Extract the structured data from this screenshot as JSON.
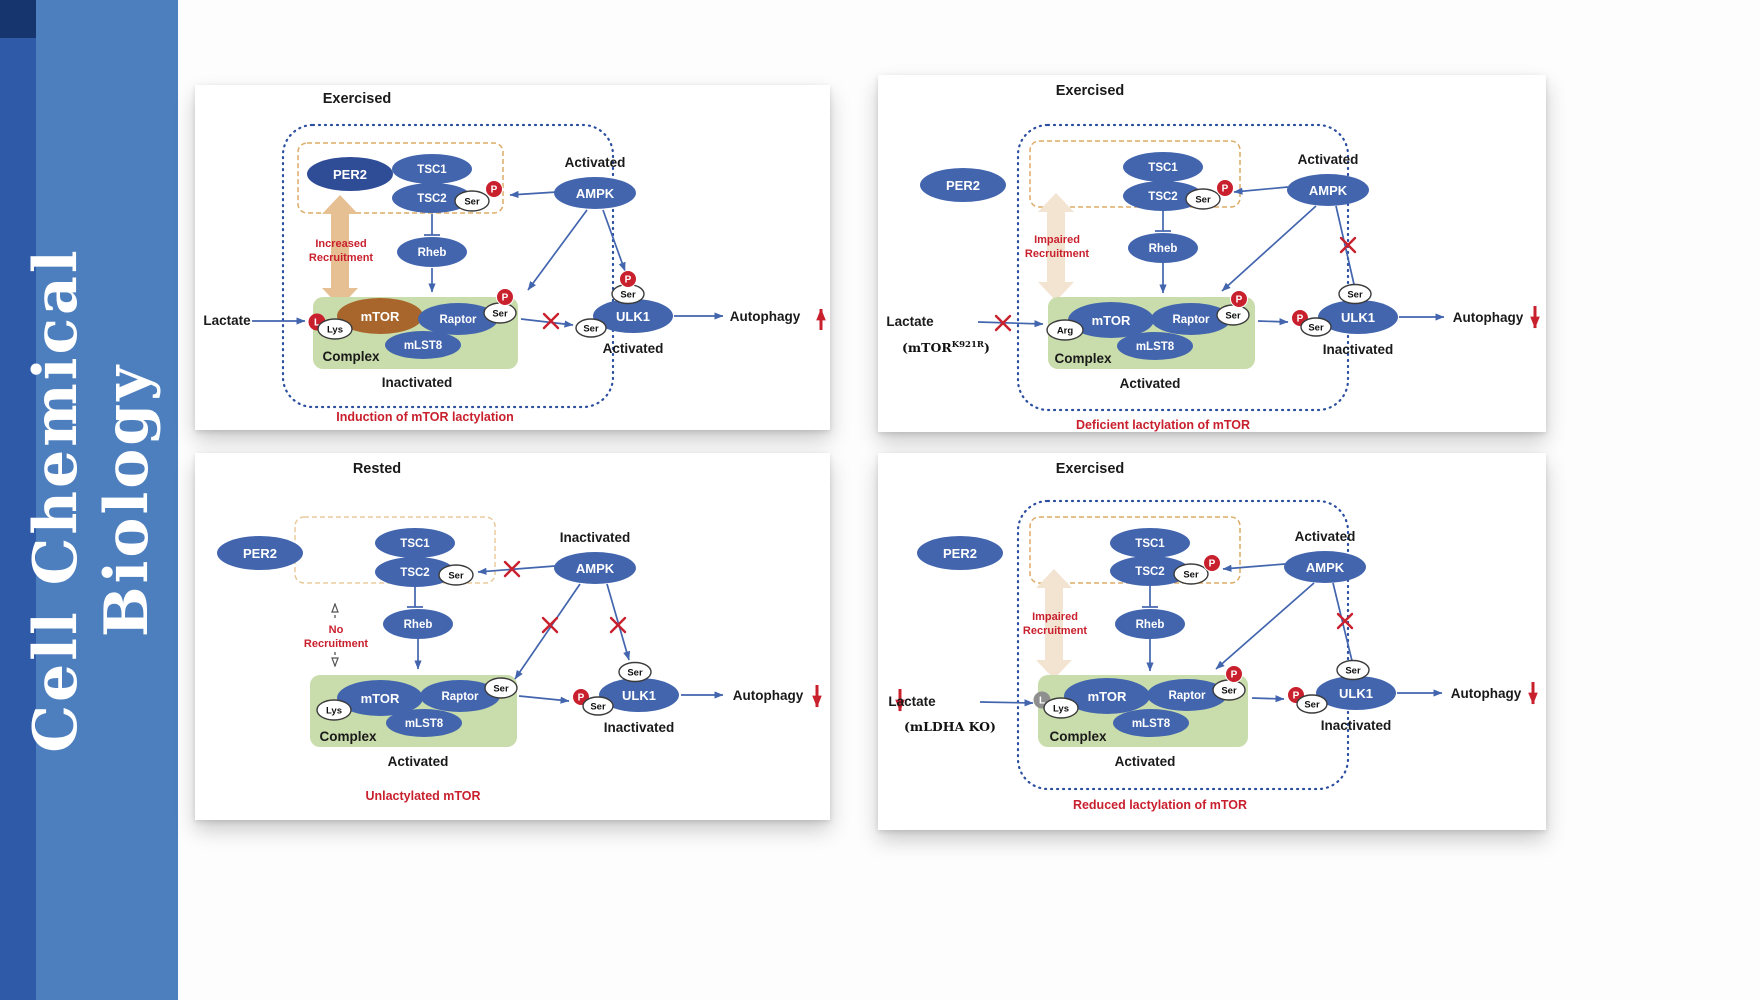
{
  "journal": {
    "line1": "Cell Chemical",
    "line2": "Biology"
  },
  "colors": {
    "sidebar_blue": "#4d7fbe",
    "node_blue": "#4265ae",
    "per2_dark_blue": "#2f4c96",
    "mtor_lactylated_brown": "#a9662c",
    "complex_green": "#c9dcab",
    "phospho_red": "#c9202e",
    "recruitment_tan": "#e6bf92",
    "accent_red": "#c9202e"
  },
  "shared": {
    "per2": "PER2",
    "tsc1": "TSC1",
    "tsc2": "TSC2",
    "ampk": "AMPK",
    "rheb": "Rheb",
    "mtor": "mTOR",
    "raptor": "Raptor",
    "mlst8": "mLST8",
    "ulk1": "ULK1",
    "ser": "Ser",
    "lys": "Lys",
    "arg": "Arg",
    "p": "P",
    "l": "L",
    "complex": "Complex",
    "lactate": "Lactate",
    "autophagy": "Autophagy"
  },
  "panels": [
    {
      "title": "Exercised",
      "ampk_state": "Activated",
      "recruitment": [
        "Increased",
        "Recruitment"
      ],
      "complex_state": "Inactivated",
      "ulk1_state": "Activated",
      "autophagy_direction": "up",
      "caption": "Induction of mTOR lactylation"
    },
    {
      "title": "Exercised",
      "ampk_state": "Activated",
      "recruitment": [
        "Impaired",
        "Recruitment"
      ],
      "complex_state": "Activated",
      "ulk1_state": "Inactivated",
      "autophagy_direction": "down",
      "mutant_open": "(mTOR",
      "mutant_sup": "K921R",
      "mutant_close": ")",
      "caption": "Deficient lactylation of mTOR"
    },
    {
      "title": "Rested",
      "ampk_state": "Inactivated",
      "recruitment": [
        "No",
        "Recruitment"
      ],
      "complex_state": "Activated",
      "ulk1_state": "Inactivated",
      "autophagy_direction": "down",
      "caption": "Unlactylated mTOR"
    },
    {
      "title": "Exercised",
      "ampk_state": "Activated",
      "recruitment": [
        "Impaired",
        "Recruitment"
      ],
      "complex_state": "Activated",
      "ulk1_state": "Inactivated",
      "autophagy_direction": "down",
      "knockout": "(mLDHA KO)",
      "caption": "Reduced lactylation of mTOR"
    }
  ]
}
